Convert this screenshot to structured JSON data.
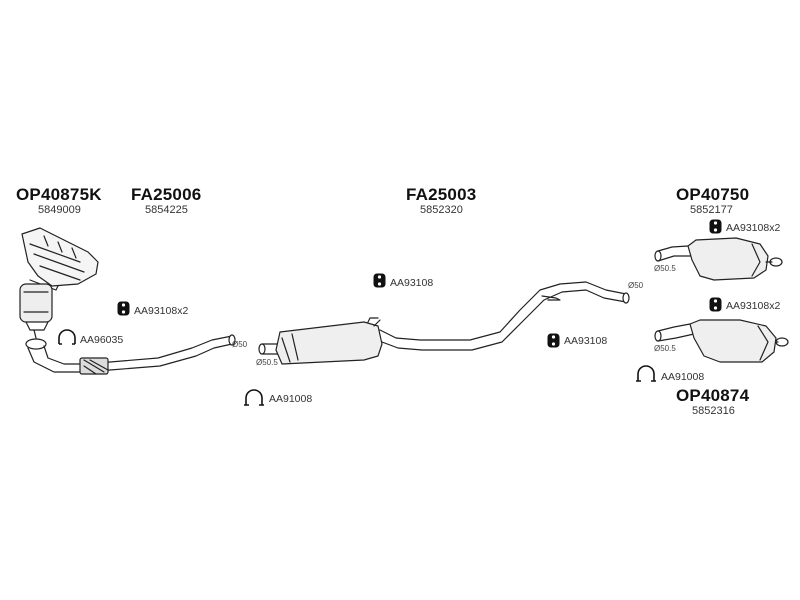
{
  "parts": {
    "manifold": {
      "code": "OP40875K",
      "oe": "5849009"
    },
    "front_pipe": {
      "code": "FA25006",
      "oe": "5854225"
    },
    "middle": {
      "code": "FA25003",
      "oe": "5852320"
    },
    "rear_upper": {
      "code": "OP40750",
      "oe": "5852177"
    },
    "rear_lower": {
      "code": "OP40874",
      "oe": "5852316"
    }
  },
  "accessories": {
    "hanger_front": "AA93108x2",
    "gasket_front": "AA96035",
    "clamp_middle": "AA91008",
    "hanger_middle_top": "AA93108",
    "hanger_middle_right": "AA93108",
    "hanger_rear_upper": "AA93108x2",
    "hanger_rear_lower": "AA93108x2",
    "clamp_rear": "AA91008"
  },
  "diameters": {
    "front_outlet": "Ø50",
    "middle_inlet": "Ø50.5",
    "middle_outlet": "Ø50",
    "rear_upper_inlet": "Ø50.5",
    "rear_lower_inlet": "Ø50.5"
  }
}
